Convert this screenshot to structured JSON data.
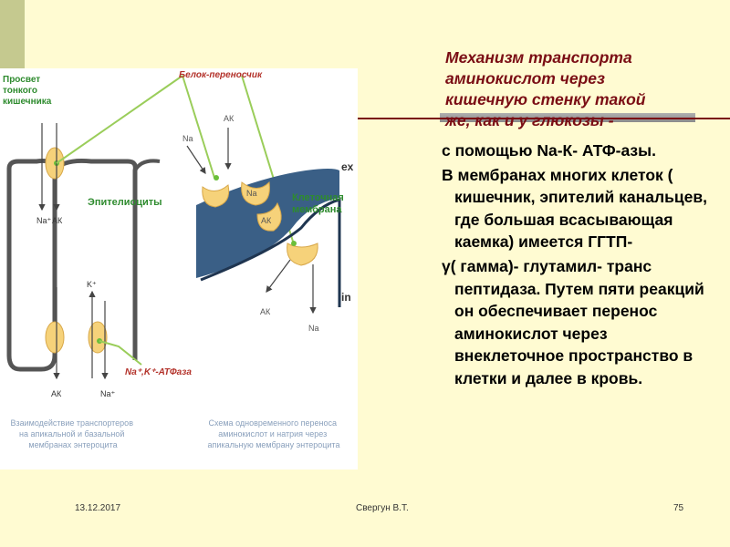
{
  "slide": {
    "title_lines": [
      "Механизм транспорта",
      "аминокислот через",
      "кишечную стенку такой",
      "же, как и у глюкозы  -"
    ],
    "paragraphs": [
      "с помощью Na-К- АТФ-азы.",
      " В мембранах многих клеток ( кишечник, эпителий канальцев, где большая всасывающая каемка) имеется ГГТП-",
      "γ( гамма)- глутамил- транс пептидаза. Путем пяти реакций он обеспечивает перенос аминокислот через внеклеточное пространство   в клетки и далее в кровь."
    ]
  },
  "diagram": {
    "left": {
      "lumen_label": [
        "Просвет",
        "тонкого",
        "кишечника"
      ],
      "carrier_label": "Белок-переносчик",
      "epithelium_label": "Эпителиоциты",
      "na_ak_top": [
        "Na⁺",
        "АК"
      ],
      "k_label": "K⁺",
      "atpase_label": "Na⁺,K⁺-АТФаза",
      "ak_bottom": "АК",
      "na_bottom": "Na⁺",
      "caption": [
        "Взаимодействие транспортеров",
        "на апикальной и базальной",
        "мембранах энтероцита"
      ]
    },
    "right": {
      "ak_top": "АК",
      "na_top": "Na",
      "na_carrier": "Na",
      "ak_carrier": "АК",
      "ex_label": "ex",
      "membrane_label": [
        "Клеточная",
        "мембрана"
      ],
      "in_label": "in",
      "ak_bottom": "АК",
      "na_bottom": "Na",
      "caption": [
        "Схема одновременного переноса",
        "аминокислот и натрия через",
        "апикальную мембрану энтероцита"
      ]
    },
    "colors": {
      "red": "#b3322a",
      "green": "#2e8b2e",
      "membrane": "#3a5f86",
      "carrier": "#f6d27a"
    }
  },
  "footer": {
    "date": "13.12.2017",
    "author": "Свергун В.Т.",
    "page": "75"
  }
}
